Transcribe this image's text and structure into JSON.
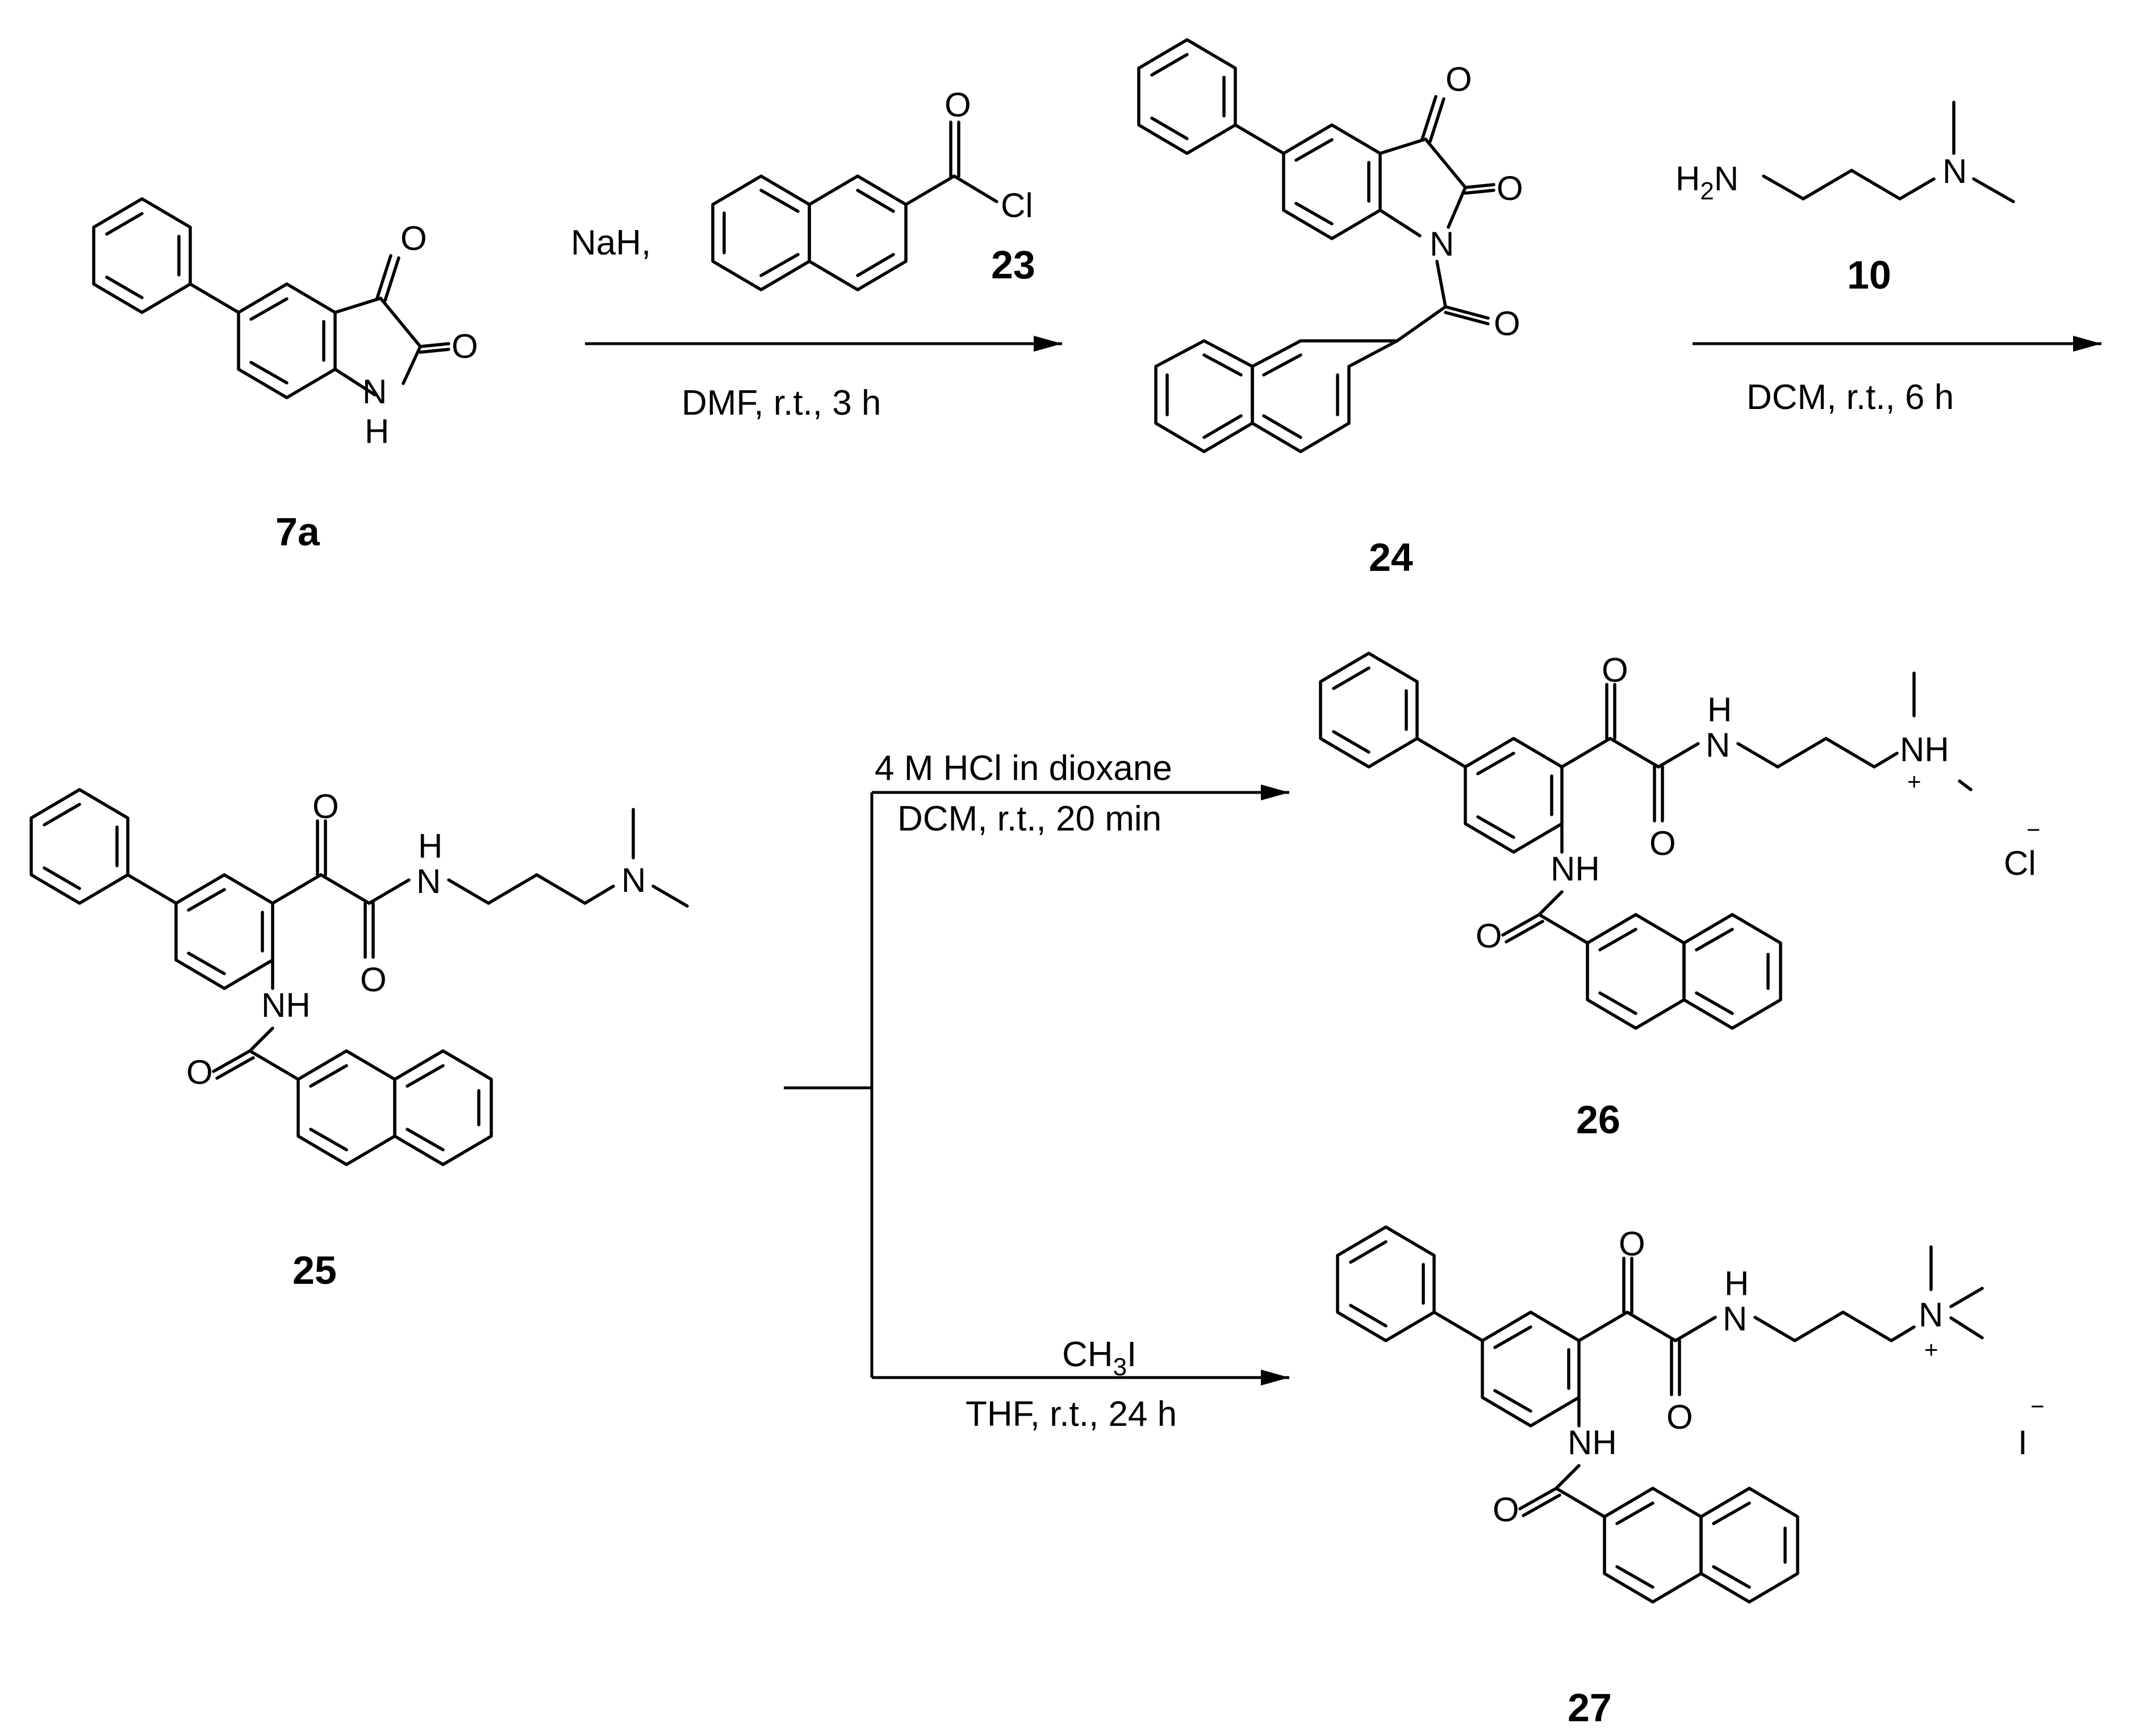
{
  "compounds": {
    "c7a": {
      "id": "7a"
    },
    "c23": {
      "id": "23"
    },
    "c24": {
      "id": "24"
    },
    "c10": {
      "id": "10"
    },
    "c25": {
      "id": "25"
    },
    "c26": {
      "id": "26"
    },
    "c27": {
      "id": "27"
    }
  },
  "atoms": {
    "O": "O",
    "N": "N",
    "H": "H",
    "NH": "NH",
    "Cl": "Cl",
    "I": "I",
    "NH_protonated": "NH",
    "sub2": "2",
    "sub3": "3",
    "plus": "+",
    "minus": "−"
  },
  "conditions": {
    "step1_reagent": "NaH,",
    "step1_solvent": "DMF, r.t., 3 h",
    "step2_solvent": "DCM, r.t., 6 h",
    "step3a_reagent": "4 M HCl in dioxane",
    "step3a_solvent": "DCM, r.t., 20 min",
    "step3b_reagent_prefix": "CH",
    "step3b_reagent_suffix": "I",
    "step3b_solvent": "THF, r.t., 24 h"
  },
  "colors": {
    "ink": "#000000",
    "background": "#ffffff"
  }
}
